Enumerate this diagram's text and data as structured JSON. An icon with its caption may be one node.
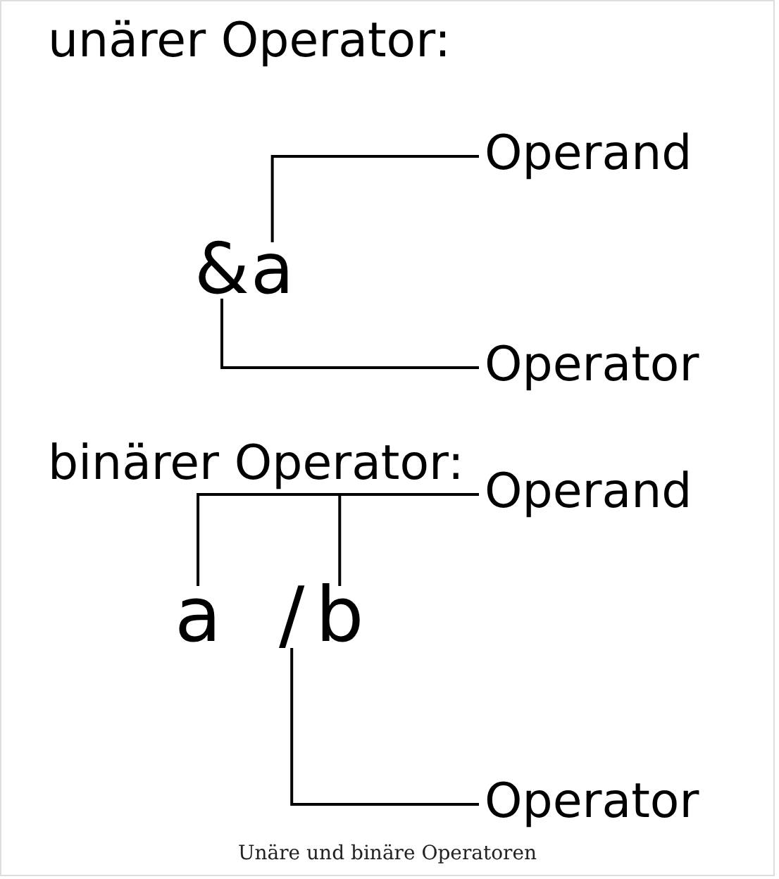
{
  "diagram": {
    "caption": "Unäre und binäre Operatoren",
    "nodes": [
      {
        "text": [
          "&"
        ]
      },
      {
        "text": [
          "a"
        ]
      },
      {
        "text": [
          "Operand"
        ]
      },
      {
        "text": [
          "Operator"
        ]
      },
      {
        "text": [
          "a"
        ]
      },
      {
        "text": [
          "/"
        ]
      },
      {
        "text": [
          "b"
        ]
      },
      {
        "text": [
          "Operand"
        ]
      },
      {
        "text": [
          "Operator"
        ]
      }
    ],
    "edges": [
      {
        "from": 2,
        "to": 1,
        "arrow": "none"
      },
      {
        "from": 3,
        "to": 0,
        "arrow": "none"
      },
      {
        "from": 7,
        "to": 4,
        "arrow": "none"
      },
      {
        "from": 7,
        "to": 6,
        "arrow": "none"
      },
      {
        "from": 8,
        "to": 5,
        "arrow": "none"
      }
    ],
    "labels": [
      "unärer Operator:",
      "binärer Operator:"
    ]
  }
}
